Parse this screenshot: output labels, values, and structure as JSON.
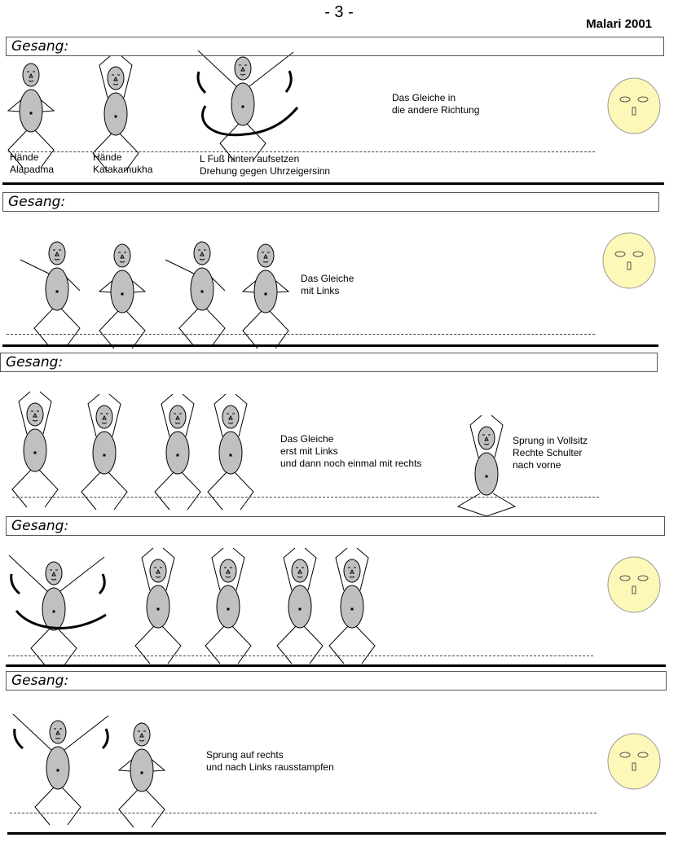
{
  "page_number": "- 3 -",
  "author": "Malari 2001",
  "colors": {
    "figure_fill": "#c0c0c0",
    "moon_fill": "#fdf8b8",
    "moon_stroke": "#999999"
  },
  "sections": [
    {
      "heading": "Gesang:",
      "notes": [
        "Hände\nAlapadma",
        "Hände\nKatakamukha",
        "L Fuß hinten aufsetzen\nDrehung gegen Uhrzeigersinn",
        "Das Gleiche in\ndie andere Richtung"
      ]
    },
    {
      "heading": "Gesang:",
      "notes": [
        "Das Gleiche\nmit Links"
      ]
    },
    {
      "heading": "Gesang:",
      "notes": [
        "Das Gleiche\nerst mit Links\nund dann noch einmal mit rechts",
        "Sprung in Vollsitz\nRechte Schulter\nnach vorne"
      ]
    },
    {
      "heading": "Gesang:",
      "notes": []
    },
    {
      "heading": "Gesang:",
      "notes": [
        "Sprung auf rechts\nund nach Links rausstampfen"
      ]
    }
  ]
}
